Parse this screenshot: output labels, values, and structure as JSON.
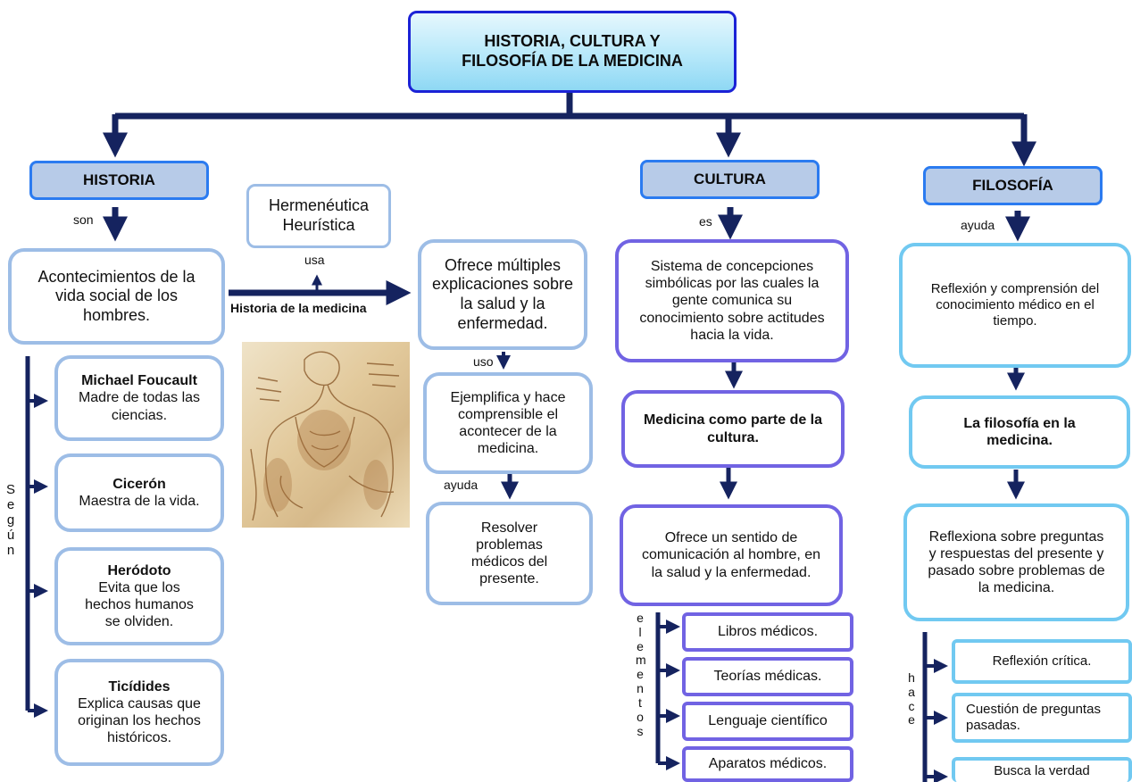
{
  "title": "HISTORIA, CULTURA Y FILOSOFÍA DE LA MEDICINA",
  "historia": {
    "header": "HISTORIA",
    "son_label": "son",
    "main": "Acontecimientos de la vida social de los hombres.",
    "segun_label": "Según",
    "authors": [
      {
        "name": "Michael Foucault",
        "text": "Madre de todas las ciencias."
      },
      {
        "name": "Cicerón",
        "text": "Maestra de la vida."
      },
      {
        "name": "Heródoto",
        "text": "Evita que los hechos humanos se olviden."
      },
      {
        "name": "Ticídides",
        "text": "Explica causas que originan los hechos históricos."
      }
    ]
  },
  "medicina": {
    "hermeneutica": "Hermenéutica Heurística",
    "usa_label": "usa",
    "arrow_label": "Historia de la medicina",
    "ofrece": "Ofrece múltiples explicaciones sobre la salud y la enfermedad.",
    "uso_label": "uso",
    "ejemplifica": "Ejemplifica y hace comprensible el acontecer de la medicina.",
    "ayuda_label": "ayuda",
    "resolver": "Resolver problemas médicos del presente."
  },
  "cultura": {
    "header": "CULTURA",
    "es_label": "es",
    "sistema": "Sistema de concepciones simbólicas por las cuales la gente comunica su conocimiento sobre actitudes hacia la vida.",
    "medicina_parte": "Medicina como parte de la cultura.",
    "ofrece": "Ofrece un sentido de comunicación al hombre, en la salud y la enfermedad.",
    "elementos_label": "elementos",
    "elementos": [
      "Libros médicos.",
      "Teorías médicas.",
      "Lenguaje científico",
      "Aparatos médicos."
    ]
  },
  "filosofia": {
    "header": "FILOSOFÍA",
    "ayuda_label": "ayuda",
    "reflexion": "Reflexión y comprensión del conocimiento médico en el tiempo.",
    "en_medicina": "La filosofía en la medicina.",
    "reflexiona": "Reflexiona sobre preguntas y respuestas del presente y pasado sobre problemas de la medicina.",
    "hace_label": "hace",
    "hace": [
      "Reflexión crítica.",
      "Cuestión de preguntas pasadas.",
      "Busca la verdad"
    ]
  },
  "colors": {
    "connector": "#15235f",
    "title_border": "#1b22d6",
    "title_fill": "#9fe0f7",
    "header_fill": "#b7cbe8",
    "header_border": "#2b7bf0",
    "historia_border": "#9dbde6",
    "cultura_border": "#7163e3",
    "filosofia_border": "#71c9f1"
  }
}
